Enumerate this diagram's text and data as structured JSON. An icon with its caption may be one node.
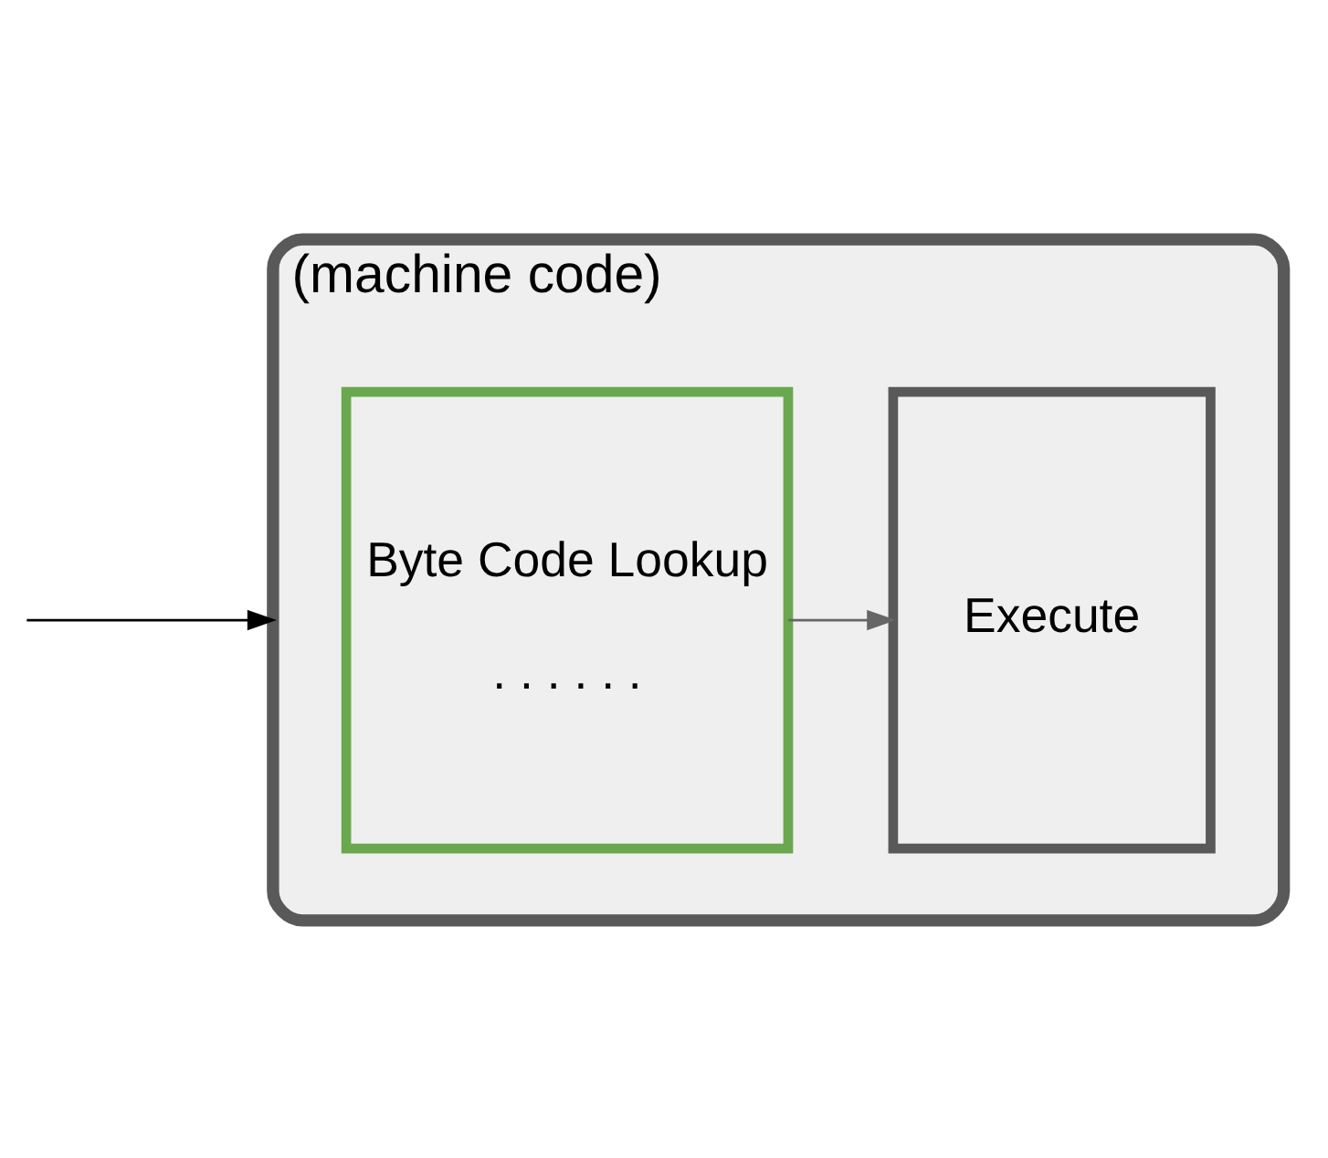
{
  "diagram": {
    "nodes": [
      {
        "text": [
          "(machine code)"
        ]
      },
      {
        "text": [
          "Byte Code Lookup",
          ". . . . . ."
        ],
        "in": 0
      },
      {
        "text": [
          "Execute"
        ],
        "in": 0
      }
    ],
    "edges": [
      {
        "from": null,
        "to": 0,
        "arrow": "to"
      },
      {
        "from": 1,
        "to": 2,
        "arrow": "to",
        "color": "#666666"
      }
    ]
  }
}
